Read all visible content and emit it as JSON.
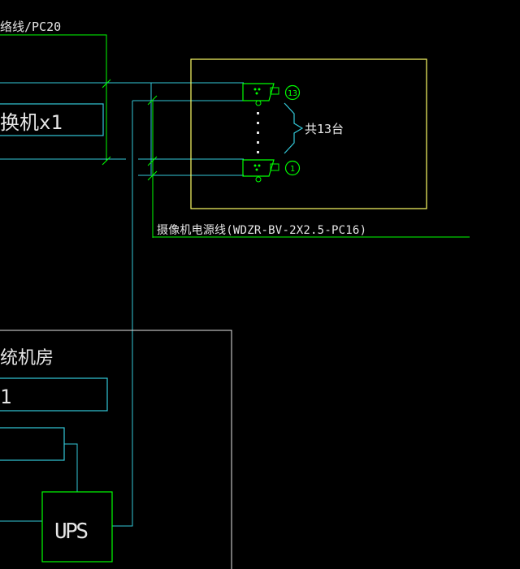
{
  "labels": {
    "network_line": "络线/PC20",
    "switch": "换机x1",
    "camera_count": "共13台",
    "power_line": "摄像机电源线(WDZR-BV-2X2.5-PC16)",
    "room": "统机房",
    "room_row1": "1",
    "ups": "UPS",
    "camera_top_num": "13",
    "camera_bottom_num": "1"
  },
  "colors": {
    "background": "#000000",
    "white": "#e6e6e6",
    "cyan": "#33c9d9",
    "green": "#00ff00",
    "yellow": "#ffff66"
  }
}
